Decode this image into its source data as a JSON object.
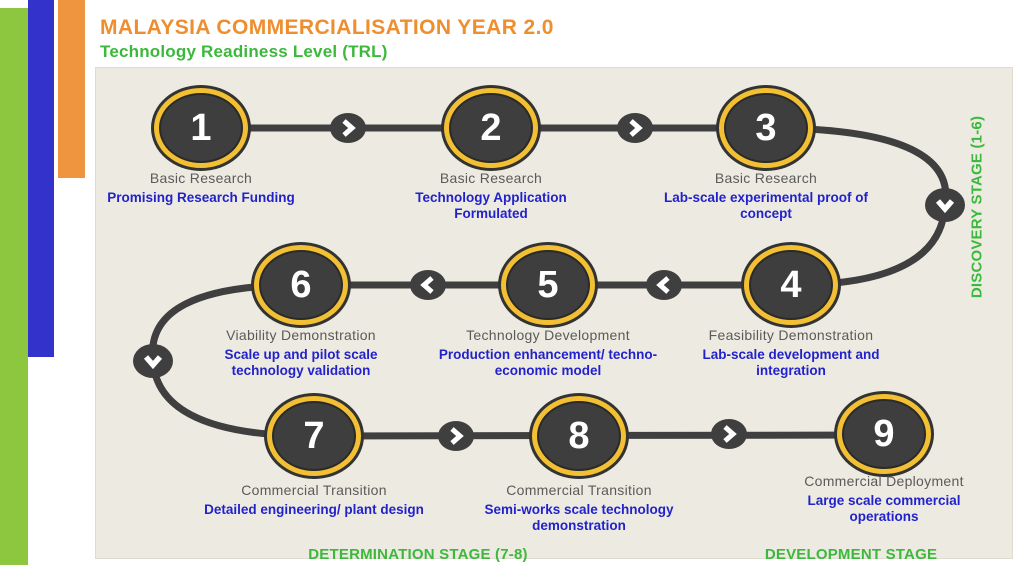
{
  "slide": {
    "title": "MALAYSIA COMMERCIALISATION YEAR 2.0",
    "subtitle": "Technology Readiness Level (TRL)"
  },
  "stages": [
    {
      "number": "1",
      "title": "Basic Research",
      "desc": "Promising Research Funding"
    },
    {
      "number": "2",
      "title": "Basic Research",
      "desc": "Technology Application Formulated"
    },
    {
      "number": "3",
      "title": "Basic Research",
      "desc": "Lab-scale experimental proof of concept"
    },
    {
      "number": "4",
      "title": "Feasibility Demonstration",
      "desc": "Lab-scale development and integration"
    },
    {
      "number": "5",
      "title": "Technology Development",
      "desc": "Production enhancement/ techno-economic model"
    },
    {
      "number": "6",
      "title": "Viability Demonstration",
      "desc": "Scale up and pilot scale technology validation"
    },
    {
      "number": "7",
      "title": "Commercial Transition",
      "desc": "Detailed engineering/ plant design"
    },
    {
      "number": "8",
      "title": "Commercial Transition",
      "desc": "Semi-works scale technology demonstration"
    },
    {
      "number": "9",
      "title": "Commercial Deployment",
      "desc": "Large scale commercial operations"
    }
  ],
  "bands": {
    "discovery": "DISCOVERY STAGE (1-6)",
    "determination": "DETERMINATION STAGE (7-8)",
    "development": "DEVELOPMENT STAGE"
  },
  "colors": {
    "title_orange": "#ee8e2e",
    "band_green": "#3cb83c",
    "bar_green": "#8dc63f",
    "bar_blue": "#3333cc",
    "bar_orange": "#f0953f",
    "panel_background": "#edebe1",
    "circle_fill": "#3e3e3e",
    "circle_ring_gold": "#f2c032",
    "connector_gray": "#3f3f3f",
    "stage_title_gray": "#5a5a58",
    "stage_desc_blue": "#2222cc"
  }
}
